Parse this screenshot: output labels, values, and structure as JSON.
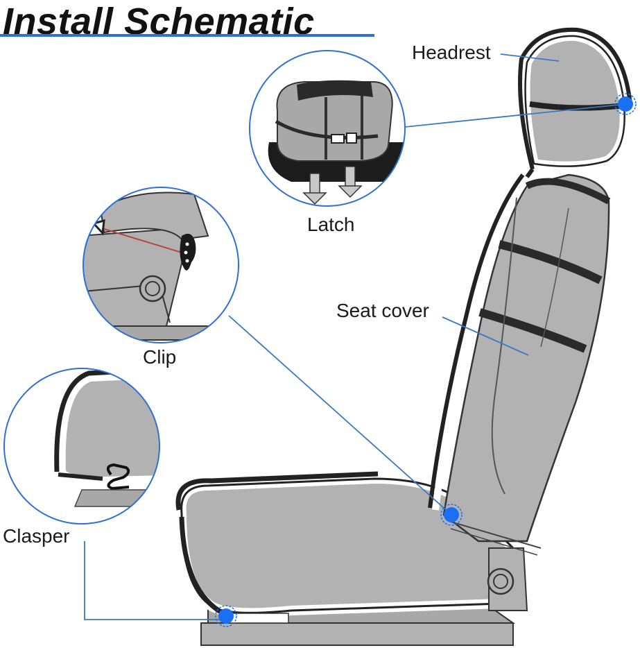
{
  "title": "Install Schematic",
  "labels": {
    "headrest": "Headrest",
    "latch": "Latch",
    "clip": "Clip",
    "seat_cover": "Seat cover",
    "clasper": "Clasper"
  },
  "colors": {
    "accent": "#2f6fd6",
    "marker": "#1a6ff5",
    "seat_fill": "#b2b2b2",
    "strap": "#2a2a2a",
    "leader": "#3b78c4"
  }
}
